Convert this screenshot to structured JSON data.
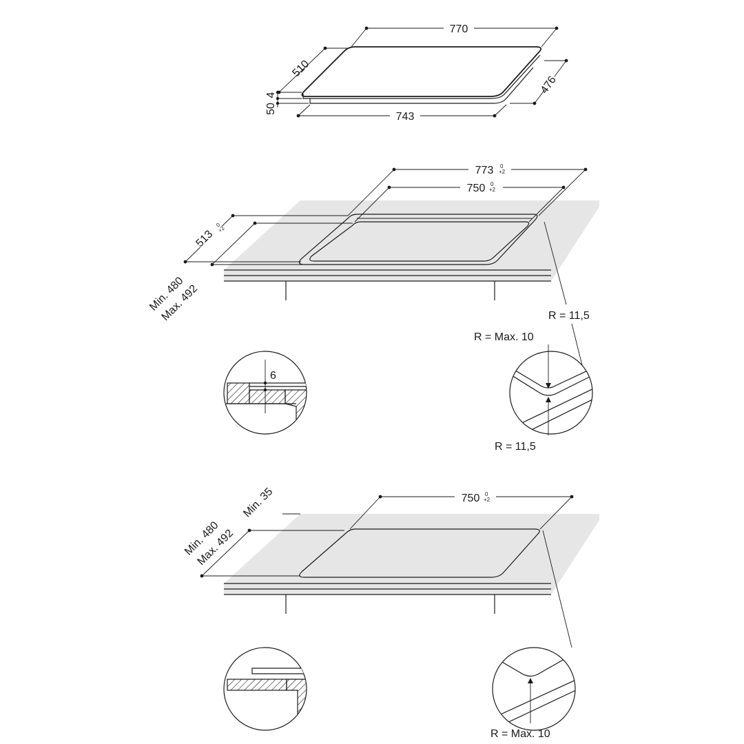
{
  "top_view": {
    "width": "770",
    "depth": "510",
    "bottom_width": "743",
    "bottom_depth": "476",
    "glass_thickness": "4",
    "body_height": "50"
  },
  "cutout_flush": {
    "outer_width": "773",
    "outer_width_tol_top": "0",
    "outer_width_tol_bottom": "+2",
    "inner_width": "750",
    "inner_width_tol_top": "0",
    "inner_width_tol_bottom": "+2",
    "outer_depth": "513",
    "outer_depth_tol_top": "0",
    "outer_depth_tol_bottom": "+2",
    "depth_min": "Min. 480",
    "depth_max": "Max. 492",
    "corner_radius": "R = 11,5",
    "detail_rebate": "6",
    "detail_radius_max": "R = Max. 10",
    "detail_radius_inner": "R = 11,5"
  },
  "cutout_standard": {
    "width": "750",
    "width_tol_top": "0",
    "width_tol_bottom": "+2",
    "depth_min": "Min. 480",
    "depth_max": "Max. 492",
    "edge_min": "Min. 35",
    "corner_radius": "R = Max. 10"
  },
  "colors": {
    "worktop": "#e6e6e6",
    "lines": "#1a1a1a"
  }
}
